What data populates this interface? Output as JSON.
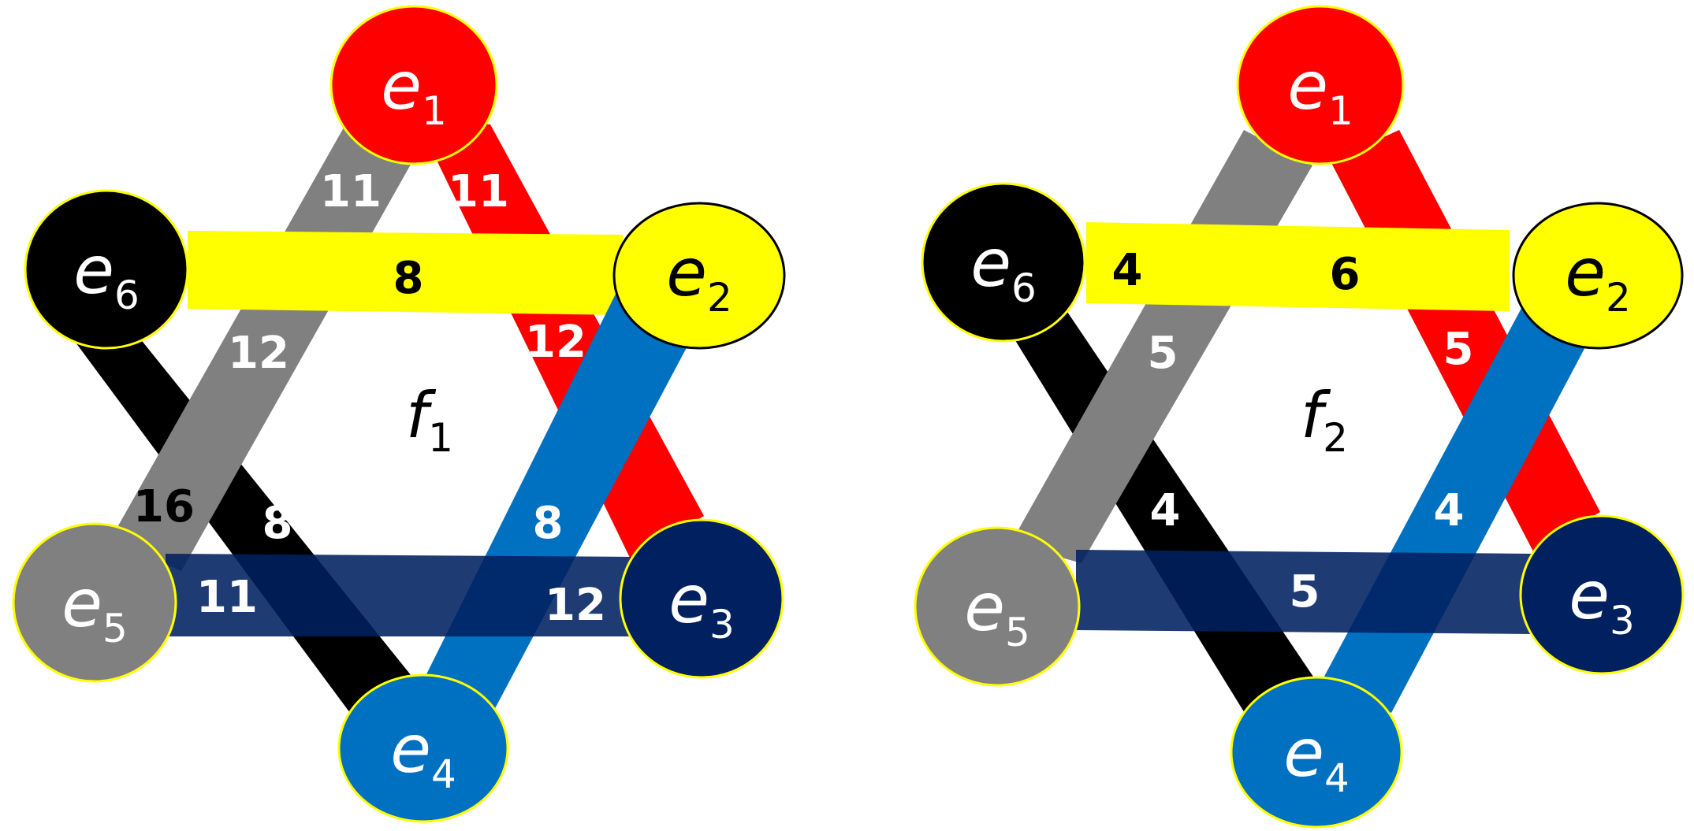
{
  "colors": {
    "red": "#FF0000",
    "yellow": "#FFFF00",
    "navy": "#002060",
    "blue": "#0070C0",
    "gray": "#808080",
    "black": "#000000",
    "white": "#FFFFFF"
  },
  "diagrams": [
    {
      "face": {
        "main": "f",
        "sub": "1"
      },
      "nodes": [
        {
          "id": "e1",
          "main": "e",
          "sub": "1",
          "fill": "#FF0000",
          "text": "#FFFFFF"
        },
        {
          "id": "e2",
          "main": "e",
          "sub": "2",
          "fill": "#FFFF00",
          "text": "#000000"
        },
        {
          "id": "e3",
          "main": "e",
          "sub": "3",
          "fill": "#002060",
          "text": "#FFFFFF"
        },
        {
          "id": "e4",
          "main": "e",
          "sub": "4",
          "fill": "#0070C0",
          "text": "#FFFFFF"
        },
        {
          "id": "e5",
          "main": "e",
          "sub": "5",
          "fill": "#808080",
          "text": "#FFFFFF"
        },
        {
          "id": "e6",
          "main": "e",
          "sub": "6",
          "fill": "#000000",
          "text": "#FFFFFF"
        }
      ],
      "labels": [
        {
          "text": "11",
          "color": "#FFFFFF"
        },
        {
          "text": "11",
          "color": "#FFFFFF"
        },
        {
          "text": "8",
          "color": "#000000"
        },
        {
          "text": "12",
          "color": "#FFFFFF"
        },
        {
          "text": "12",
          "color": "#FFFFFF"
        },
        {
          "text": "16",
          "color": "#000000"
        },
        {
          "text": "8",
          "color": "#FFFFFF"
        },
        {
          "text": "8",
          "color": "#FFFFFF"
        },
        {
          "text": "11",
          "color": "#FFFFFF"
        },
        {
          "text": "12",
          "color": "#FFFFFF"
        }
      ]
    },
    {
      "face": {
        "main": "f",
        "sub": "2"
      },
      "nodes": [
        {
          "id": "e1",
          "main": "e",
          "sub": "1",
          "fill": "#FF0000",
          "text": "#FFFFFF"
        },
        {
          "id": "e2",
          "main": "e",
          "sub": "2",
          "fill": "#FFFF00",
          "text": "#000000"
        },
        {
          "id": "e3",
          "main": "e",
          "sub": "3",
          "fill": "#002060",
          "text": "#FFFFFF"
        },
        {
          "id": "e4",
          "main": "e",
          "sub": "4",
          "fill": "#0070C0",
          "text": "#FFFFFF"
        },
        {
          "id": "e5",
          "main": "e",
          "sub": "5",
          "fill": "#808080",
          "text": "#FFFFFF"
        },
        {
          "id": "e6",
          "main": "e",
          "sub": "6",
          "fill": "#000000",
          "text": "#FFFFFF"
        }
      ],
      "labels": [
        {
          "text": "4",
          "color": "#000000"
        },
        {
          "text": "6",
          "color": "#000000"
        },
        {
          "text": "5",
          "color": "#FFFFFF"
        },
        {
          "text": "5",
          "color": "#FFFFFF"
        },
        {
          "text": "4",
          "color": "#FFFFFF"
        },
        {
          "text": "4",
          "color": "#FFFFFF"
        },
        {
          "text": "5",
          "color": "#FFFFFF"
        }
      ]
    }
  ]
}
